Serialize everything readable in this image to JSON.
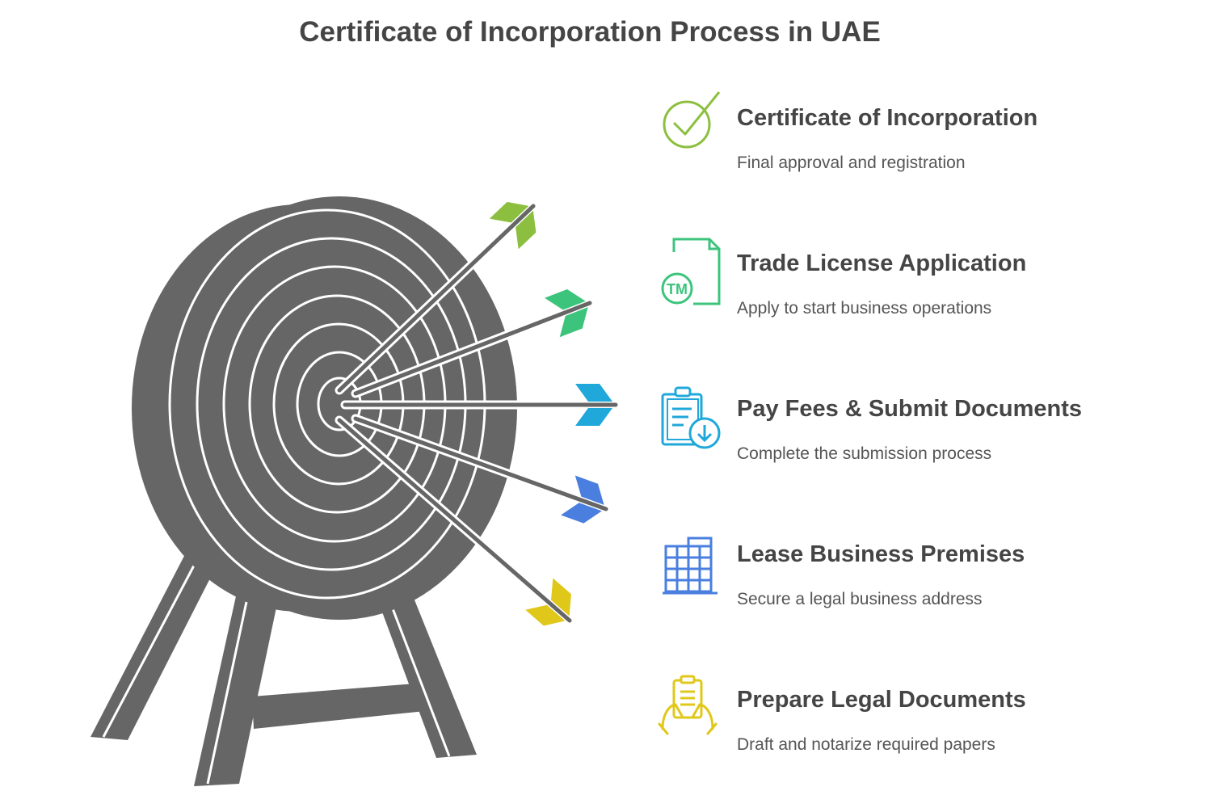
{
  "title": "Certificate of Incorporation Process in UAE",
  "steps": [
    {
      "title": "Certificate of Incorporation",
      "description": "Final approval and registration",
      "icon": "check-circle-icon",
      "color": "#8cbf3f"
    },
    {
      "title": "Trade License Application",
      "description": "Apply to start business operations",
      "icon": "trademark-document-icon",
      "color": "#3cc47c"
    },
    {
      "title": "Pay Fees & Submit Documents",
      "description": "Complete the submission process",
      "icon": "clipboard-download-icon",
      "color": "#1fa8d9"
    },
    {
      "title": "Lease Business Premises",
      "description": "Secure a legal business address",
      "icon": "building-icon",
      "color": "#4a7fe0"
    },
    {
      "title": "Prepare Legal Documents",
      "description": "Draft and notarize required papers",
      "icon": "hands-document-icon",
      "color": "#e0c81a"
    }
  ]
}
